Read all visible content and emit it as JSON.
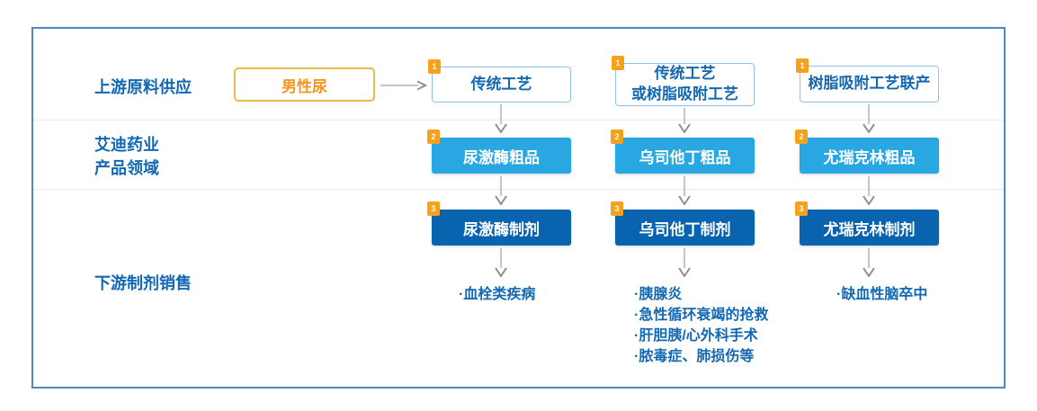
{
  "colors": {
    "frame-border": "#4e89c4",
    "divider": "#e9e9e9",
    "label-text": "#1268b3",
    "process-border": "#8fc3e5",
    "source-border": "#e9bb4d",
    "source-text": "#f7941e",
    "crude-fill": "#29a7e2",
    "formulation-fill": "#0a63af",
    "badge-bg": "#f7a01b",
    "arrow-stem": "#b3b3b3",
    "arrow-head": "#8f8f8f"
  },
  "labels": {
    "upstream": "上游原料供应",
    "company": "艾迪药业\n产品领域",
    "downstream": "下游制剂销售"
  },
  "source": {
    "label": "男性尿"
  },
  "steps": [
    "1",
    "2",
    "3"
  ],
  "columns": [
    {
      "process": "传统工艺",
      "crude": "尿激酶粗品",
      "formulation": "尿激酶制剂",
      "indications": [
        "·血栓类疾病"
      ]
    },
    {
      "process": "传统工艺\n或树脂吸附工艺",
      "crude": "乌司他丁粗品",
      "formulation": "乌司他丁制剂",
      "indications": [
        "·胰腺炎",
        "·急性循环衰竭的抢救",
        "·肝胆胰/心外科手术",
        "·脓毒症、肺损伤等"
      ]
    },
    {
      "process": "树脂吸附工艺联产",
      "crude": "尤瑞克林粗品",
      "formulation": "尤瑞克林制剂",
      "indications": [
        "·缺血性脑卒中"
      ]
    }
  ]
}
